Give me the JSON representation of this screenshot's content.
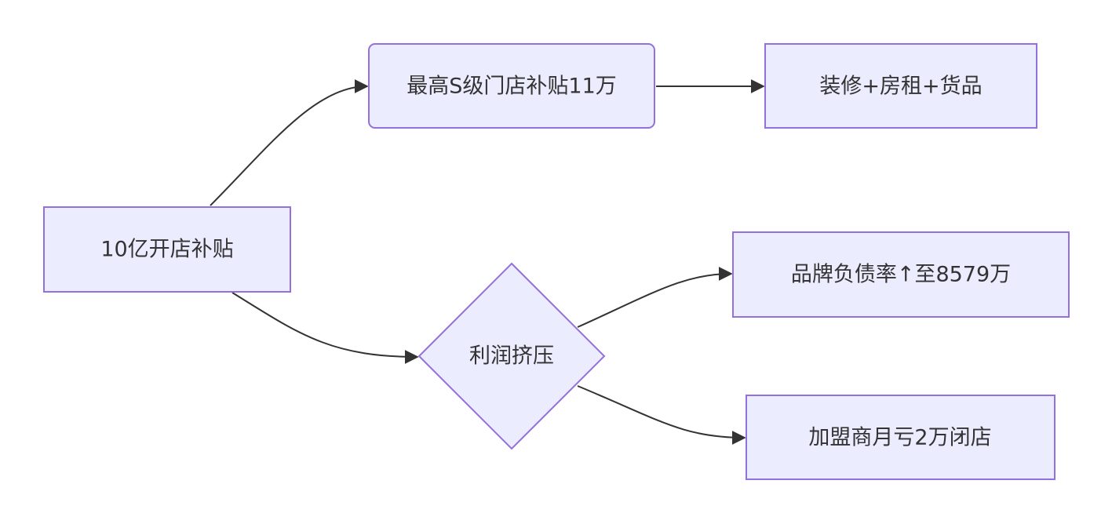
{
  "nodes": {
    "subsidy": "10亿开店补贴",
    "max_subsidy": "最高S级门店补贴11万",
    "uses": "装修+房租+货品",
    "profit_squeeze": "利润挤压",
    "brand_debt": "品牌负债率↑至8579万",
    "franchisee_loss": "加盟商月亏2万闭店"
  },
  "colors": {
    "node_fill": "#ECECFF",
    "node_stroke": "#9370DB",
    "edge": "#333333"
  }
}
